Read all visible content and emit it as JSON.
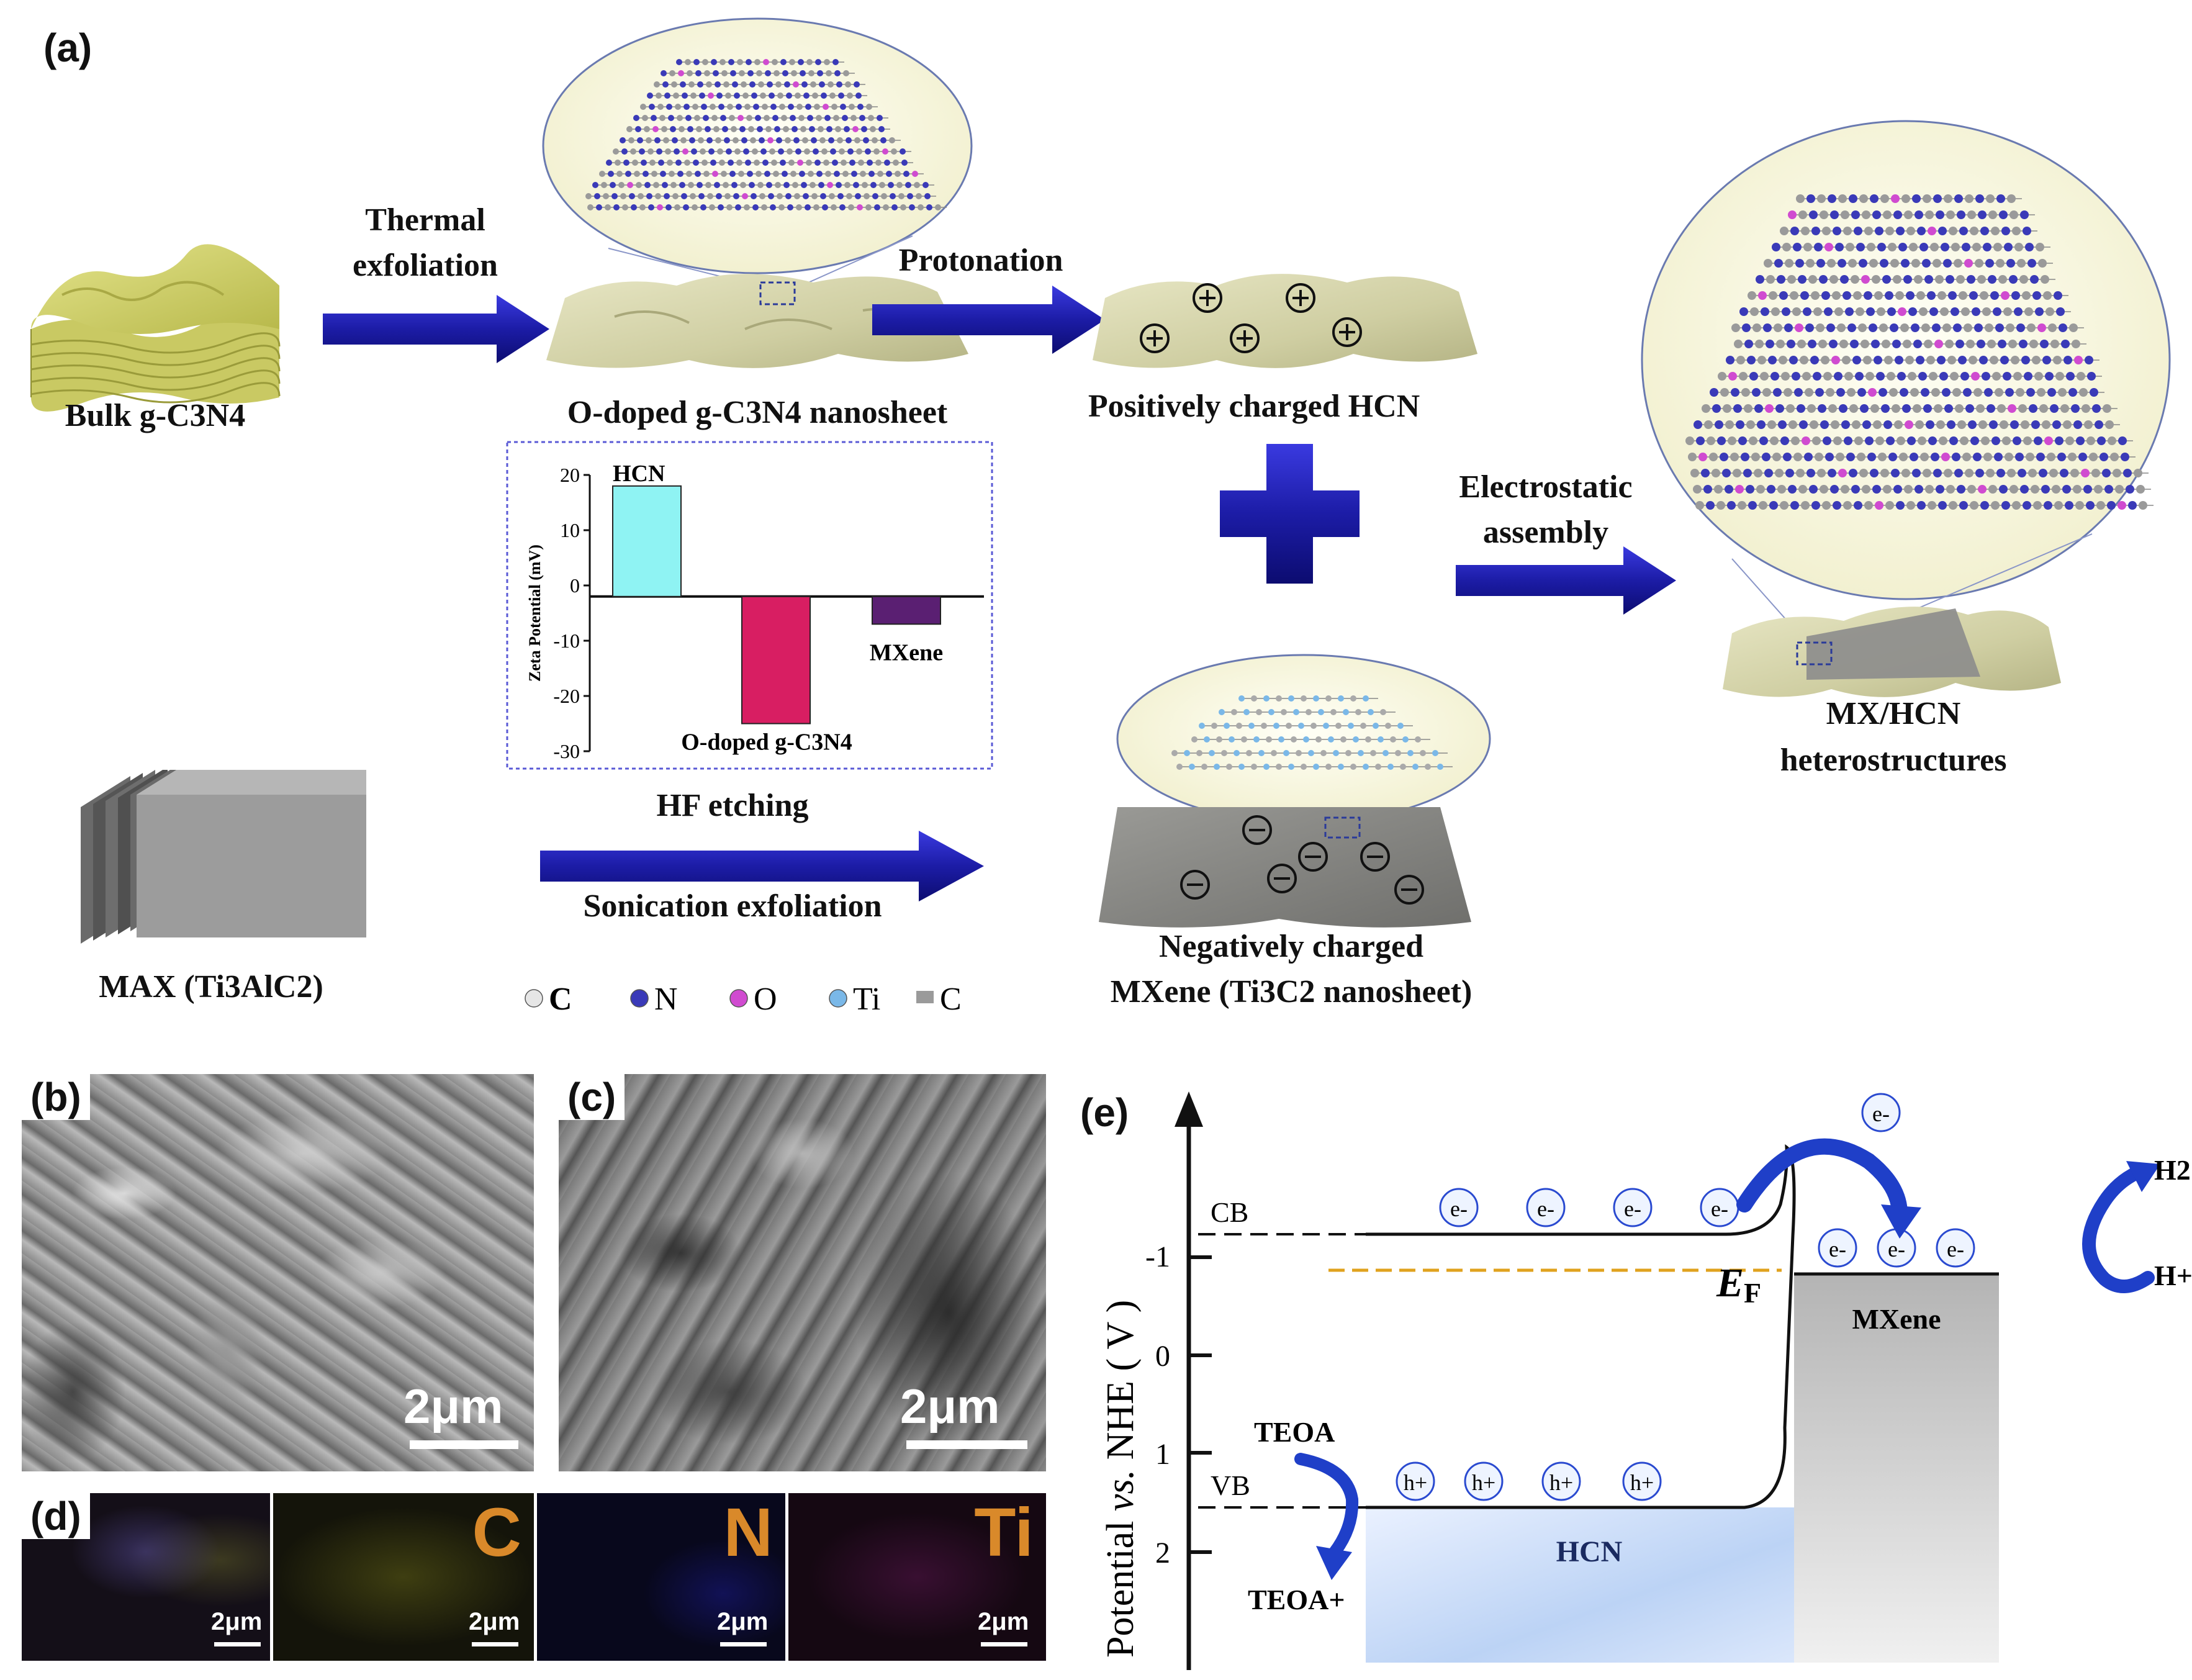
{
  "panel_a": {
    "label": "(a)",
    "bulk_label": "Bulk g-C3N4",
    "thermal_1": "Thermal",
    "thermal_2": "exfoliation",
    "odoped_label": "O-doped g-C3N4 nanosheet",
    "protonation": "Protonation",
    "positive_label": "Positively charged HCN",
    "electrostatic_1": "Electrostatic",
    "electrostatic_2": "assembly",
    "mxhcn_1": "MX/HCN",
    "mxhcn_2": "heterostructures",
    "hf_etching": "HF etching",
    "sonication": "Sonication exfoliation",
    "max_label": "MAX (Ti3AlC2)",
    "negative_1": "Negatively charged",
    "negative_2": "MXene (Ti3C2 nanosheet)",
    "legend": [
      {
        "symbol": "C",
        "color": "#e6e6e6"
      },
      {
        "symbol": "N",
        "color": "#3a3ab8"
      },
      {
        "symbol": "O",
        "color": "#d04bd0"
      },
      {
        "symbol": "Ti",
        "color": "#7ab8e8"
      },
      {
        "symbol": "C",
        "color": "#9a9a9a"
      }
    ]
  },
  "chart_data": {
    "type": "bar",
    "categories": [
      "HCN",
      "O-doped g-C3N4",
      "MXene"
    ],
    "values": [
      18,
      -25,
      -7
    ],
    "colors": [
      "#8ff3f3",
      "#d81e62",
      "#5a1f72"
    ],
    "ylabel": "Zeta Potential (mV)",
    "ylim": [
      -30,
      20
    ],
    "yticks": [
      20,
      10,
      0,
      -10,
      -20,
      -30
    ],
    "grid": false
  },
  "panel_b": {
    "label": "(b)",
    "scale": "2μm"
  },
  "panel_c": {
    "label": "(c)",
    "scale": "2μm"
  },
  "panel_d": {
    "label": "(d)",
    "scale": "2μm",
    "maps": [
      {
        "element": "",
        "color": "#d9892a"
      },
      {
        "element": "C",
        "color": "#d9892a"
      },
      {
        "element": "N",
        "color": "#d9892a"
      },
      {
        "element": "Ti",
        "color": "#d9892a"
      }
    ]
  },
  "panel_e": {
    "label": "(e)",
    "yaxis": "Potential vs. NHE ( V )",
    "yaxis_a": "Potential ",
    "yaxis_b": "vs.",
    "yaxis_c": " NHE ( V )",
    "ticks": [
      "-1",
      "0",
      "1",
      "2"
    ],
    "cb": "CB",
    "vb": "VB",
    "ef_main": "E",
    "ef_sub": "F",
    "electron": "e-",
    "hole": "h+",
    "hcn": "HCN",
    "mxene": "MXene",
    "teoa": "TEOA",
    "teoa_plus": "TEOA+",
    "h2": "H2",
    "hplus": "H+"
  }
}
